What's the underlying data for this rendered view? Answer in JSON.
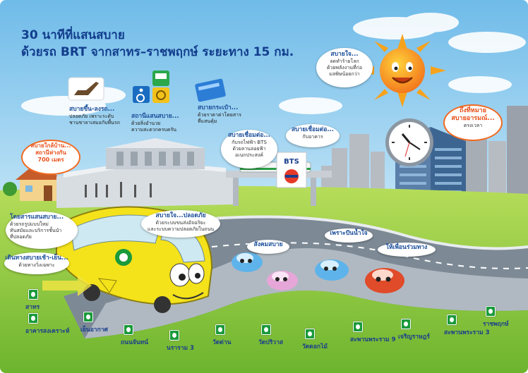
{
  "title": {
    "line1": "30 นาทีที่แสนสบาย",
    "line2": "ด้วยรถ BRT จากสาทร–ราชพฤกษ์ ระยะทาง 15 กม."
  },
  "callouts": {
    "sun": {
      "head": "สบายใจ...",
      "body1": "ลดทำร้ายโลก",
      "body2": "ด้วยพลังงานที่ก่อ",
      "body3": "มลพิษน้อยกว่า"
    },
    "destination": {
      "head1": "ถึงที่หมาย",
      "head2": "สบายอารมณ์...",
      "body": "ตรงเวลา"
    },
    "boarding": {
      "head": "สบายขึ้น-ลงรถ...",
      "body1": "ปลอดภัย เพราะระดับ",
      "body2": "ชานชาลาเสมอกับพื้นรถ"
    },
    "station": {
      "head": "สถานีแสนสบาย...",
      "body1": "ด้วยสิ่งอำนวย",
      "body2": "ความสะดวกครบครัน"
    },
    "wallet": {
      "head": "สบายกระเป๋า...",
      "body1": "ด้วยราคาค่าโดยสาร",
      "body2": "ที่แสนคุ้ม"
    },
    "bts": {
      "head": "สบายเชื่อมต่อ...",
      "body1": "กับรถไฟฟ้า BTS",
      "body2": "ด้วยลานลอยฟ้า",
      "body3": "อเนกประสงค์"
    },
    "building": {
      "head": "สบายเชื่อมต่อ...",
      "body": "กับอาคาร"
    },
    "walk": {
      "head1": "สบายใกล้บ้าน...",
      "head2": "สถานีห่างกัน",
      "head3": "700 เมตร"
    },
    "comfort": {
      "head": "โดยสารแสนสบาย...",
      "body1": "ด้วยรถรูปแบบใหม่",
      "body2": "ทันสมัยและบริการชั้นนำ",
      "body3": "ที่ปลอดภัย"
    },
    "lane": {
      "head": "เดินทางสบายเช้า-เย็น...",
      "body": "ด้วยทางวิ่งเฉพาะ"
    },
    "safety": {
      "head": "สบายใจ...ปลอดภัย",
      "body1": "ด้วยระบบขนส่งอัจฉริยะ",
      "body2": "และระบบความปลอดภัยในถนน"
    },
    "society": {
      "head": "สังคมสบาย"
    },
    "generous": {
      "head": "เพราะปันน้ำใจ"
    },
    "yield": {
      "head": "ให้เพื่อนร่วมทาง"
    }
  },
  "stations": [
    "สาทร",
    "อาคารสงเคราะห์",
    "เย็นอากาศ",
    "ถนนจันทน์",
    "นราราม 3",
    "วัดด่าน",
    "วัดปริวาส",
    "วัดดอกไม้",
    "สะพานพระราม 9",
    "เจริญราษฎร์",
    "สะพานพระราม 3",
    "ราชพฤกษ์"
  ],
  "colors": {
    "sky_top": "#7fc5ee",
    "grass": "#8cc63f",
    "road": "#7d8a96",
    "title": "#123d8c",
    "accent_orange": "#f26a21",
    "station_green": "#1a9a3a",
    "bus_yellow": "#f4e21a"
  },
  "icons": [
    "sun-icon",
    "clock-icon",
    "bus-icon",
    "wheelchair-icon",
    "ticket-card-icon",
    "bts-logo-icon",
    "station-marker-icon"
  ]
}
